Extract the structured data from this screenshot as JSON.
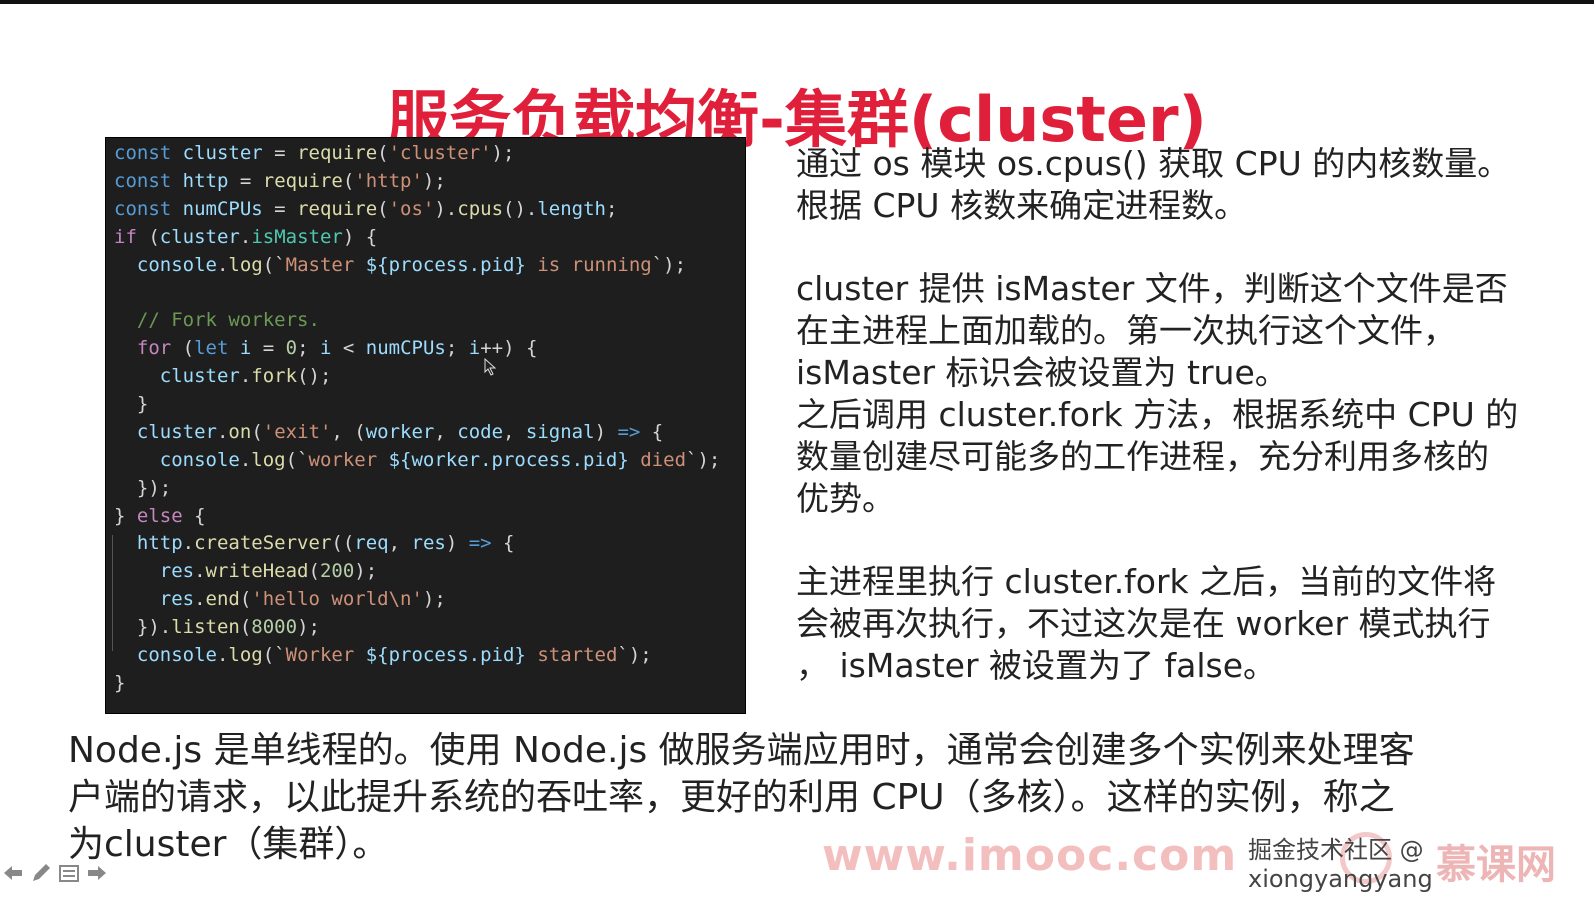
{
  "slide": {
    "title": "服务负载均衡-集群(cluster)",
    "title_color": "#e0203a",
    "code_lines": [
      [
        [
          "kw",
          "const"
        ],
        [
          "op",
          " "
        ],
        [
          "var",
          "cluster"
        ],
        [
          "op",
          " = "
        ],
        [
          "fn",
          "require"
        ],
        [
          "op",
          "("
        ],
        [
          "str",
          "'cluster'"
        ],
        [
          "op",
          ");"
        ]
      ],
      [
        [
          "kw",
          "const"
        ],
        [
          "op",
          " "
        ],
        [
          "var",
          "http"
        ],
        [
          "op",
          " = "
        ],
        [
          "fn",
          "require"
        ],
        [
          "op",
          "("
        ],
        [
          "str",
          "'http'"
        ],
        [
          "op",
          ");"
        ]
      ],
      [
        [
          "kw",
          "const"
        ],
        [
          "op",
          " "
        ],
        [
          "var",
          "numCPUs"
        ],
        [
          "op",
          " = "
        ],
        [
          "fn",
          "require"
        ],
        [
          "op",
          "("
        ],
        [
          "str",
          "'os'"
        ],
        [
          "op",
          ")."
        ],
        [
          "fn",
          "cpus"
        ],
        [
          "op",
          "()."
        ],
        [
          "var",
          "length"
        ],
        [
          "op",
          ";"
        ]
      ],
      [
        [
          "pink",
          "if"
        ],
        [
          "op",
          " ("
        ],
        [
          "var",
          "cluster"
        ],
        [
          "op",
          "."
        ],
        [
          "prop",
          "isMaster"
        ],
        [
          "op",
          ") {"
        ]
      ],
      [
        [
          "op",
          "  "
        ],
        [
          "var",
          "console"
        ],
        [
          "op",
          "."
        ],
        [
          "fn",
          "log"
        ],
        [
          "op",
          "(`"
        ],
        [
          "str",
          "Master "
        ],
        [
          "var",
          "${process.pid}"
        ],
        [
          "str",
          " is running"
        ],
        [
          "op",
          "`);"
        ]
      ],
      [
        [
          "op",
          ""
        ]
      ],
      [
        [
          "cm",
          "  // Fork workers."
        ]
      ],
      [
        [
          "op",
          "  "
        ],
        [
          "pink",
          "for"
        ],
        [
          "op",
          " ("
        ],
        [
          "kw",
          "let"
        ],
        [
          "op",
          " "
        ],
        [
          "var",
          "i"
        ],
        [
          "op",
          " = "
        ],
        [
          "num",
          "0"
        ],
        [
          "op",
          "; "
        ],
        [
          "var",
          "i"
        ],
        [
          "op",
          " < "
        ],
        [
          "var",
          "numCPUs"
        ],
        [
          "op",
          "; "
        ],
        [
          "var",
          "i"
        ],
        [
          "op",
          "++) {"
        ]
      ],
      [
        [
          "op",
          "    "
        ],
        [
          "var",
          "cluster"
        ],
        [
          "op",
          "."
        ],
        [
          "fn",
          "fork"
        ],
        [
          "op",
          "();"
        ]
      ],
      [
        [
          "op",
          "  }"
        ]
      ],
      [
        [
          "op",
          "  "
        ],
        [
          "var",
          "cluster"
        ],
        [
          "op",
          "."
        ],
        [
          "fn",
          "on"
        ],
        [
          "op",
          "("
        ],
        [
          "str",
          "'exit'"
        ],
        [
          "op",
          ", ("
        ],
        [
          "var",
          "worker"
        ],
        [
          "op",
          ", "
        ],
        [
          "var",
          "code"
        ],
        [
          "op",
          ", "
        ],
        [
          "var",
          "signal"
        ],
        [
          "op",
          ") "
        ],
        [
          "kw",
          "=>"
        ],
        [
          "op",
          " {"
        ]
      ],
      [
        [
          "op",
          "    "
        ],
        [
          "var",
          "console"
        ],
        [
          "op",
          "."
        ],
        [
          "fn",
          "log"
        ],
        [
          "op",
          "(`"
        ],
        [
          "str",
          "worker "
        ],
        [
          "var",
          "${worker.process.pid}"
        ],
        [
          "str",
          " died"
        ],
        [
          "op",
          "`);"
        ]
      ],
      [
        [
          "op",
          "  });"
        ]
      ],
      [
        [
          "op",
          "} "
        ],
        [
          "pink",
          "else"
        ],
        [
          "op",
          " {"
        ]
      ],
      [
        [
          "op",
          "  "
        ],
        [
          "var",
          "http"
        ],
        [
          "op",
          "."
        ],
        [
          "fn",
          "createServer"
        ],
        [
          "op",
          "(("
        ],
        [
          "var",
          "req"
        ],
        [
          "op",
          ", "
        ],
        [
          "var",
          "res"
        ],
        [
          "op",
          ") "
        ],
        [
          "kw",
          "=>"
        ],
        [
          "op",
          " {"
        ]
      ],
      [
        [
          "op",
          "    "
        ],
        [
          "var",
          "res"
        ],
        [
          "op",
          "."
        ],
        [
          "fn",
          "writeHead"
        ],
        [
          "op",
          "("
        ],
        [
          "num",
          "200"
        ],
        [
          "op",
          ");"
        ]
      ],
      [
        [
          "op",
          "    "
        ],
        [
          "var",
          "res"
        ],
        [
          "op",
          "."
        ],
        [
          "fn",
          "end"
        ],
        [
          "op",
          "("
        ],
        [
          "str",
          "'hello world\\n'"
        ],
        [
          "op",
          ");"
        ]
      ],
      [
        [
          "op",
          "  })."
        ],
        [
          "fn",
          "listen"
        ],
        [
          "op",
          "("
        ],
        [
          "num",
          "8000"
        ],
        [
          "op",
          ");"
        ]
      ],
      [
        [
          "op",
          "  "
        ],
        [
          "var",
          "console"
        ],
        [
          "op",
          "."
        ],
        [
          "fn",
          "log"
        ],
        [
          "op",
          "(`"
        ],
        [
          "str",
          "Worker "
        ],
        [
          "var",
          "${process.pid}"
        ],
        [
          "str",
          " started"
        ],
        [
          "op",
          "`);"
        ]
      ],
      [
        [
          "op",
          "}"
        ]
      ]
    ],
    "right_paragraphs": [
      {
        "lines": [
          "通过 os 模块 os.cpus() 获取 CPU 的内核数量。",
          "根据 CPU 核数来确定进程数。"
        ]
      },
      {
        "lines": [
          "cluster 提供 isMaster 文件，判断这个文件是否",
          "在主进程上面加载的。第一次执行这个文件，",
          "isMaster 标识会被设置为 true。",
          "之后调用 cluster.fork 方法，根据系统中 CPU 的",
          "数量创建尽可能多的工作进程，充分利用多核的",
          "优势。"
        ]
      },
      {
        "lines": [
          "主进程里执行 cluster.fork 之后，当前的文件将",
          "会被再次执行，不过这次是在 worker 模式执行",
          "， isMaster 被设置为了 false。"
        ]
      }
    ],
    "bottom_lines": [
      "Node.js 是单线程的。使用 Node.js 做服务端应用时，通常会创建多个实例来处理客",
      "户端的请求，以此提升系统的吞吐率，更好的利用 CPU（多核）。这样的实例，称之",
      "为cluster（集群）。"
    ]
  },
  "watermark": {
    "site": "www.imooc.com",
    "credit": "掘金技术社区 @ xiongyangyang",
    "logo": "慕课网"
  },
  "controls": {
    "icons": [
      "arrow-left-icon",
      "pen-icon",
      "menu-icon",
      "arrow-right-icon"
    ]
  }
}
